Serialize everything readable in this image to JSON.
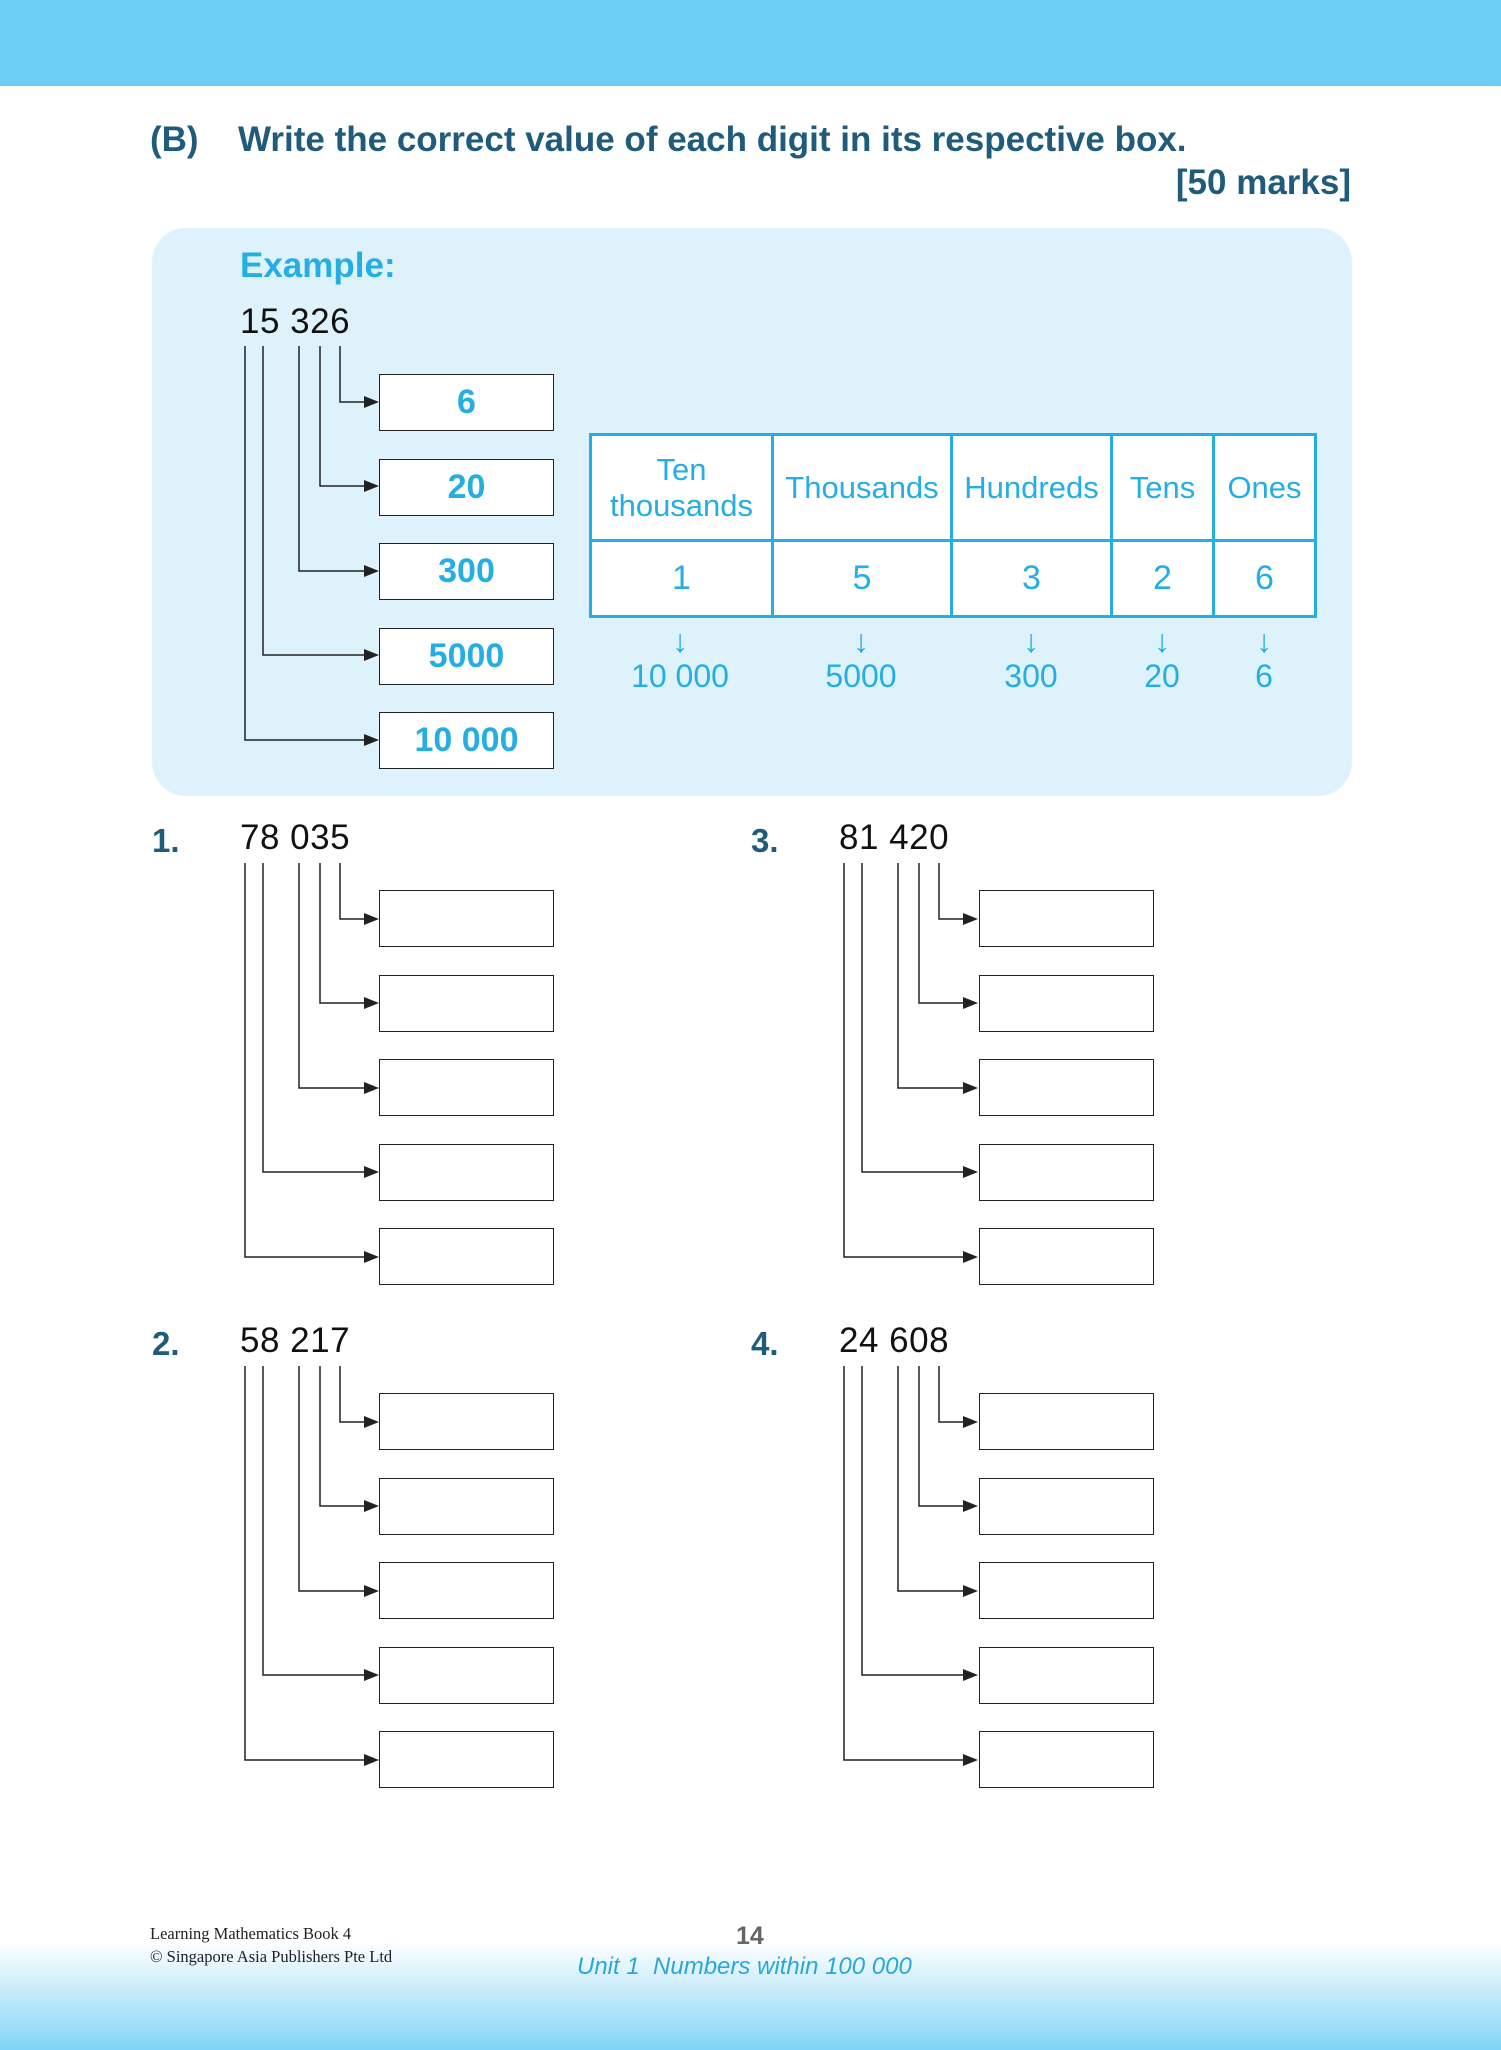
{
  "section": {
    "label": "(B)",
    "instruction": "Write the correct value of each digit in its respective box.",
    "marks": "[50 marks]"
  },
  "example": {
    "label": "Example:",
    "number": "15 326",
    "answers": [
      "6",
      "20",
      "300",
      "5000",
      "10 000"
    ],
    "table": {
      "headers": [
        "Ten thousands",
        "Thousands",
        "Hundreds",
        "Tens",
        "Ones"
      ],
      "digits": [
        "1",
        "5",
        "3",
        "2",
        "6"
      ],
      "arrow": "↓",
      "values": [
        "10 000",
        "5000",
        "300",
        "20",
        "6"
      ]
    }
  },
  "questions": [
    {
      "number": "1.",
      "value": "78 035"
    },
    {
      "number": "2.",
      "value": "58 217"
    },
    {
      "number": "3.",
      "value": "81 420"
    },
    {
      "number": "4.",
      "value": "24 608"
    }
  ],
  "footer": {
    "book": "Learning Mathematics Book 4",
    "publisher": "© Singapore Asia Publishers Pte Ltd",
    "page": "14",
    "unit": "Unit 1  Numbers within 100 000"
  },
  "colors": {
    "header_bar": "#6dcff6",
    "heading_text": "#1f5b7a",
    "accent": "#25aee4",
    "panel": "#def2fb"
  }
}
